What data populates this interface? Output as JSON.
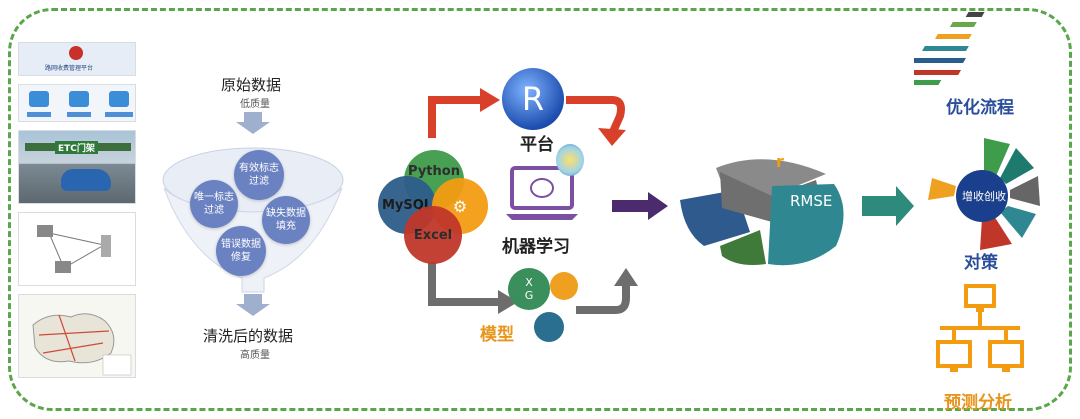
{
  "colors": {
    "border": "#5aa64a",
    "funnel_bubble": "#6b82c2",
    "arrow_red": "#d9402a",
    "arrow_grey": "#6d6d6d",
    "arrow_purple": "#4b2a6e",
    "arrow_teal": "#2e8a7a",
    "title_blue": "#2b4e9b",
    "title_orange": "#e8951c",
    "python_green": "#3f9c4a",
    "mysql_blue": "#2e5d8a",
    "excel_red": "#c0372a",
    "network_orange": "#f39c12"
  },
  "left_panel": {
    "thumb1_title": "路网收费管理平台",
    "thumb3_sign": "ETC门架"
  },
  "funnel": {
    "top_title": "原始数据",
    "top_sub": "低质量",
    "bubble1": "有效标志\n过滤",
    "bubble2": "唯一标志\n过滤",
    "bubble3": "缺失数据\n填充",
    "bubble4": "错误数据\n修复",
    "bottom_title": "清洗后的数据",
    "bottom_sub": "高质量"
  },
  "tools": {
    "python": "Python",
    "mysql": "MySQL",
    "excel": "Excel",
    "r_letter": "R",
    "platform": "平台",
    "ml": "机器学习",
    "model": "模型",
    "xg_x": "X",
    "xg_g": "G"
  },
  "pie": {
    "label_r": "r",
    "label_rmse": "RMSE"
  },
  "right": {
    "optimize": "优化流程",
    "center": "增收创收",
    "strategy": "对策",
    "forecast": "预测分析"
  },
  "icons": [
    "r-logo-icon",
    "brain-laptop-icon",
    "lightbulb-icon",
    "gear-icon",
    "network-icon",
    "arrow-icon"
  ]
}
